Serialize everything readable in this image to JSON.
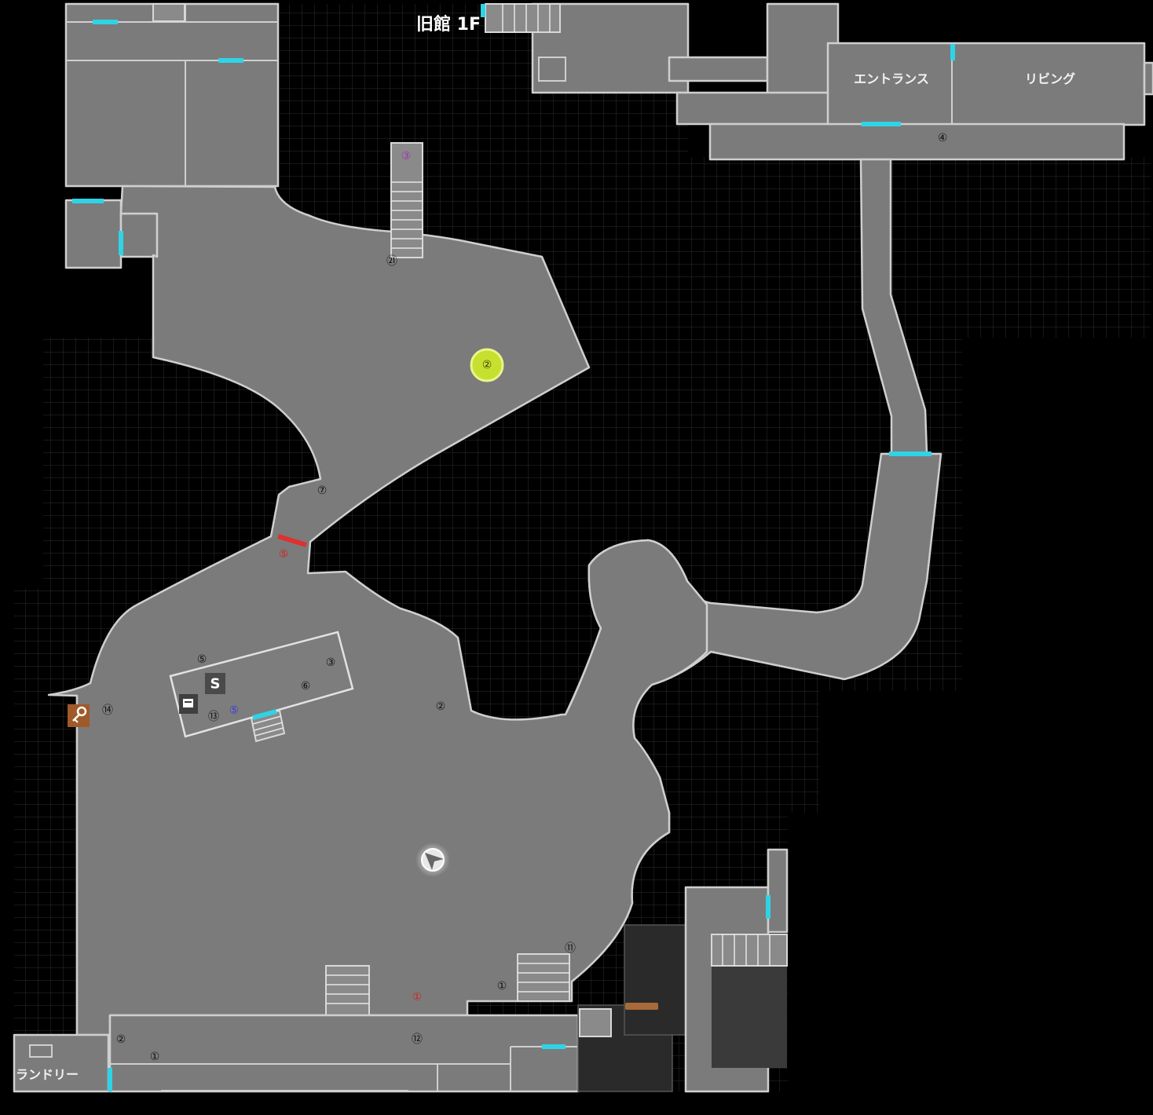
{
  "floor_title": "旧館 1F",
  "room_labels": {
    "entrance": "エントランス",
    "living": "リビング",
    "laundry": "ランドリー"
  },
  "save_icon_text": "S",
  "colors": {
    "background": "#000000",
    "floor": "#7b7b7b",
    "wall": "#cfcfcf",
    "door": "#2fd3e6",
    "locked_door": "#e03030",
    "marker_black": "#111111",
    "marker_red": "#d42020",
    "marker_blue": "#3a3ad8",
    "marker_purple": "#9a3aa8",
    "marker_highlight": "#c6e030"
  },
  "markers": [
    {
      "id": "m-2-highlight",
      "label": "②",
      "color": "highlight"
    },
    {
      "id": "m-3-purple",
      "label": "③",
      "color": "purple"
    },
    {
      "id": "m-21",
      "label": "㉑",
      "color": "black"
    },
    {
      "id": "m-4",
      "label": "④",
      "color": "black"
    },
    {
      "id": "m-7",
      "label": "⑦",
      "color": "black"
    },
    {
      "id": "m-5-red",
      "label": "⑤",
      "color": "red"
    },
    {
      "id": "m-5",
      "label": "⑤",
      "color": "black"
    },
    {
      "id": "m-3",
      "label": "③",
      "color": "black"
    },
    {
      "id": "m-6",
      "label": "⑥",
      "color": "black"
    },
    {
      "id": "m-2",
      "label": "②",
      "color": "black"
    },
    {
      "id": "m-14",
      "label": "⑭",
      "color": "black"
    },
    {
      "id": "m-13",
      "label": "⑬",
      "color": "black"
    },
    {
      "id": "m-5-blue",
      "label": "⑤",
      "color": "blue"
    },
    {
      "id": "m-11",
      "label": "⑪",
      "color": "black"
    },
    {
      "id": "m-1-a",
      "label": "①",
      "color": "black"
    },
    {
      "id": "m-1-red",
      "label": "①",
      "color": "red"
    },
    {
      "id": "m-12",
      "label": "⑫",
      "color": "black"
    },
    {
      "id": "m-2-b",
      "label": "②",
      "color": "black"
    },
    {
      "id": "m-1-b",
      "label": "①",
      "color": "black"
    }
  ],
  "icons": [
    "save-point-icon",
    "item-box-icon",
    "key-icon",
    "player-arrow-icon"
  ]
}
